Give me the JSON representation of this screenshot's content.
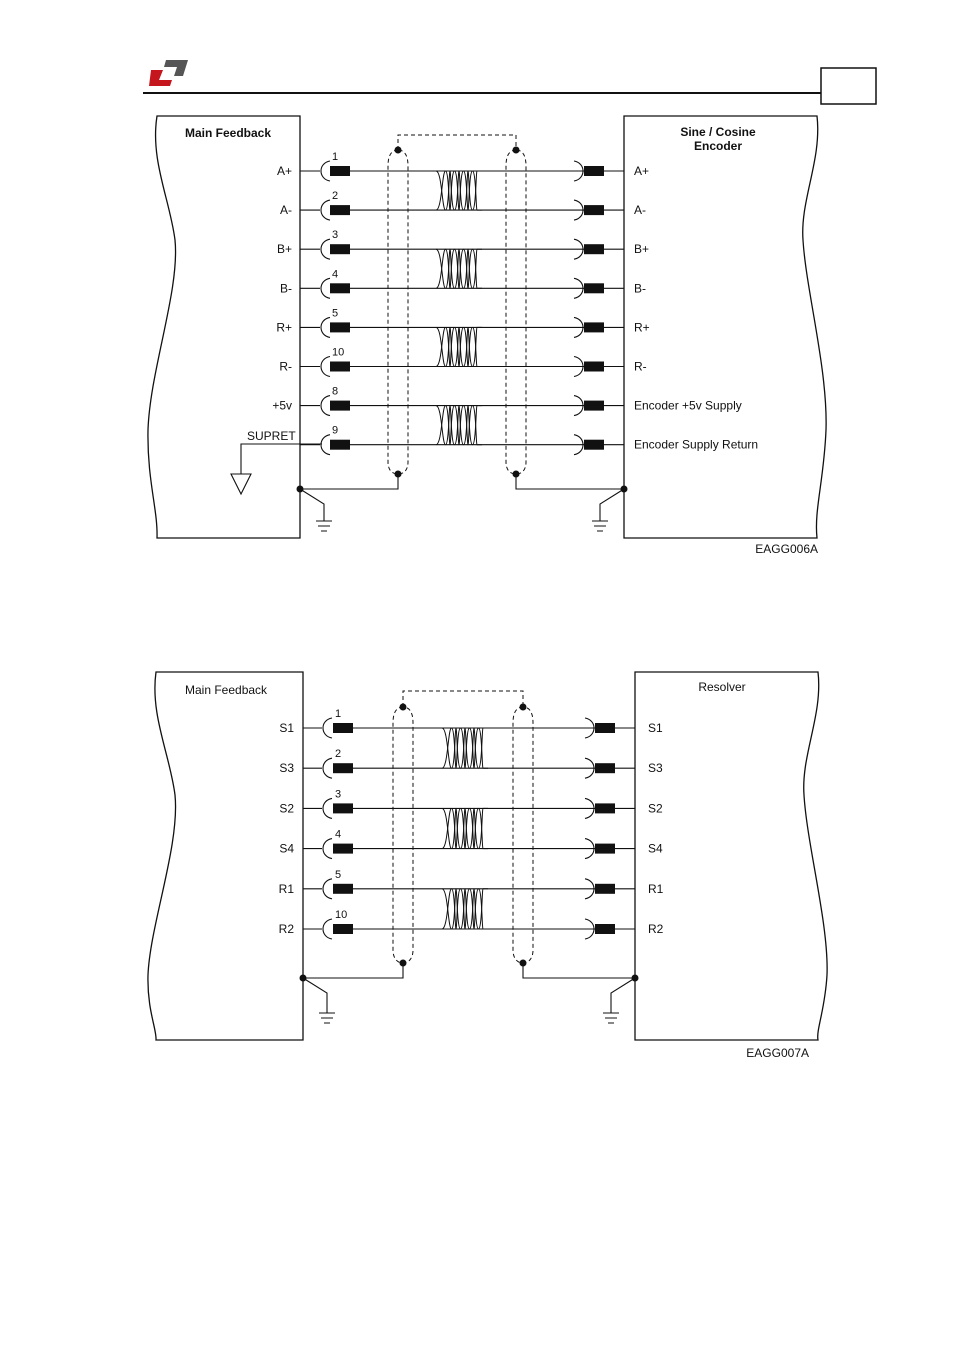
{
  "header": {
    "logo": "company-logo",
    "page_box": ""
  },
  "diagram1": {
    "left_title": "Main Feedback",
    "right_title_line1": "Sine / Cosine",
    "right_title_line2": "Encoder",
    "code": "EAGG006A",
    "gnd_label": "SUPRET",
    "rows": [
      {
        "left": "A+",
        "pin": "1",
        "right": "A+"
      },
      {
        "left": "A-",
        "pin": "2",
        "right": "A-"
      },
      {
        "left": "B+",
        "pin": "3",
        "right": "B+"
      },
      {
        "left": "B-",
        "pin": "4",
        "right": "B-"
      },
      {
        "left": "R+",
        "pin": "5",
        "right": "R+"
      },
      {
        "left": "R-",
        "pin": "10",
        "right": "R-"
      },
      {
        "left": "+5v",
        "pin": "8",
        "right": "Encoder +5v Supply"
      },
      {
        "left": "",
        "pin": "9",
        "right": "Encoder Supply Return"
      }
    ]
  },
  "diagram2": {
    "left_title": "Main Feedback",
    "right_title": "Resolver",
    "code": "EAGG007A",
    "rows": [
      {
        "left": "S1",
        "pin": "1",
        "right": "S1"
      },
      {
        "left": "S3",
        "pin": "2",
        "right": "S3"
      },
      {
        "left": "S2",
        "pin": "3",
        "right": "S2"
      },
      {
        "left": "S4",
        "pin": "4",
        "right": "S4"
      },
      {
        "left": "R1",
        "pin": "5",
        "right": "R1"
      },
      {
        "left": "R2",
        "pin": "10",
        "right": "R2"
      }
    ]
  }
}
